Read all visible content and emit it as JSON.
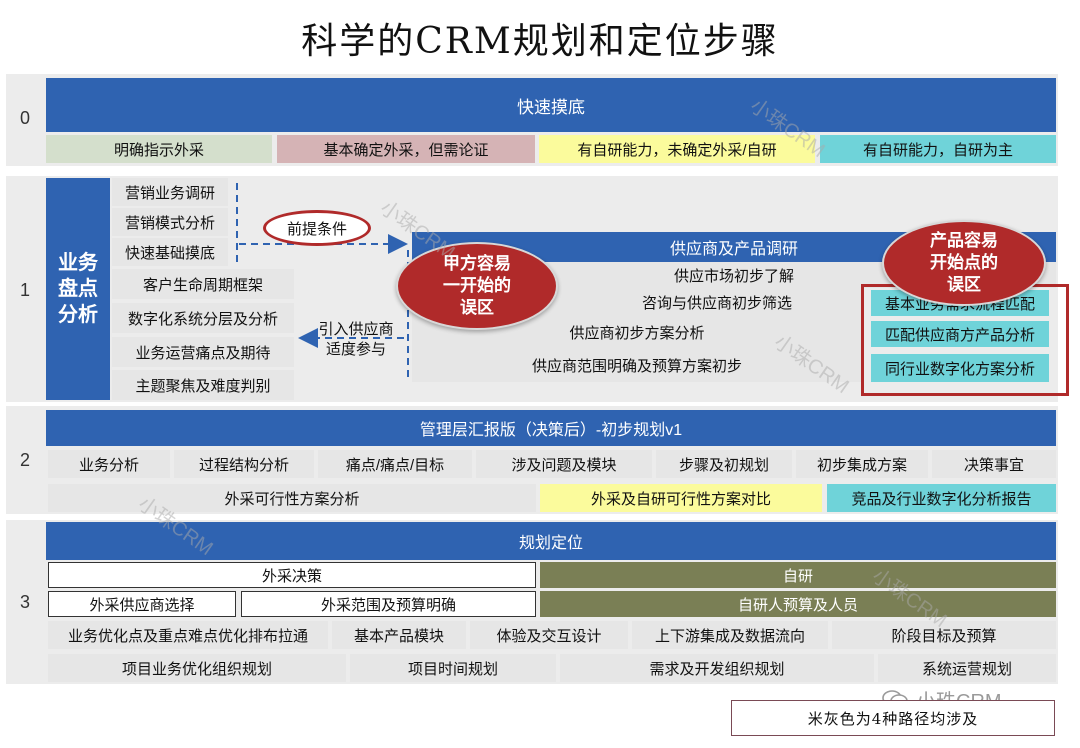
{
  "title": "科学的CRM规划和定位步骤",
  "row0": {
    "num": "0",
    "header": "快速摸底",
    "items": [
      "明确指示外采",
      "基本确定外采，但需论证",
      "有自研能力，未确定外采/自研",
      "有自研能力，自研为主"
    ]
  },
  "row1": {
    "num": "1",
    "side_lines": [
      "业务",
      "盘点",
      "分析"
    ],
    "left_items": [
      "营销业务调研",
      "营销模式分析",
      "快速基础摸底",
      "客户生命周期框架",
      "数字化系统分层及分析",
      "业务运营痛点及期待",
      "主题聚焦及难度判别"
    ],
    "precondition": "前提条件",
    "intro_lines": [
      "引入供应商",
      "适度参与"
    ],
    "supplier_header": "供应商及产品调研",
    "supplier_items": [
      "供应市场初步了解",
      "咨询与供应商初步筛选",
      "供应商初步方案分析",
      "供应商范围明确及预算方案初步"
    ],
    "right_items": [
      "基本业务需求流程匹配",
      "匹配供应商方产品分析",
      "同行业数字化方案分析"
    ],
    "oval_left": [
      "甲方容易",
      "一开始的",
      "误区"
    ],
    "oval_right": [
      "产品容易",
      "开始点的",
      "误区"
    ]
  },
  "row2": {
    "num": "2",
    "header": "管理层汇报版（决策后）-初步规划v1",
    "items": [
      "业务分析",
      "过程结构分析",
      "痛点/痛点/目标",
      "涉及问题及模块",
      "步骤及初规划",
      "初步集成方案",
      "决策事宜"
    ],
    "bottom": [
      "外采可行性方案分析",
      "外采及自研可行性方案对比",
      "竞品及行业数字化分析报告"
    ]
  },
  "row3": {
    "num": "3",
    "header": "规划定位",
    "outsource": "外采决策",
    "selfdev": "自研",
    "supplier_select": "外采供应商选择",
    "scope": "外采范围及预算明确",
    "selfdev_budget": "自研人预算及人员",
    "line1": [
      "业务优化点及重点难点优化排布拉通",
      "基本产品模块",
      "体验及交互设计",
      "上下游集成及数据流向",
      "阶段目标及预算"
    ],
    "line2": [
      "项目业务优化组织规划",
      "项目时间规划",
      "需求及开发组织规划",
      "系统运营规划"
    ]
  },
  "watermark": "小珠CRM",
  "logo_text": "小珠CRM",
  "note": "米灰色为4种路径均涉及",
  "colors": {
    "blue": "#2f63b1",
    "green": "#d4dfcc",
    "rose": "#d5b3b5",
    "yellow": "#fbfb9c",
    "teal": "#6fd3d9",
    "olive": "#7a7f55",
    "red": "#b02a2a"
  }
}
